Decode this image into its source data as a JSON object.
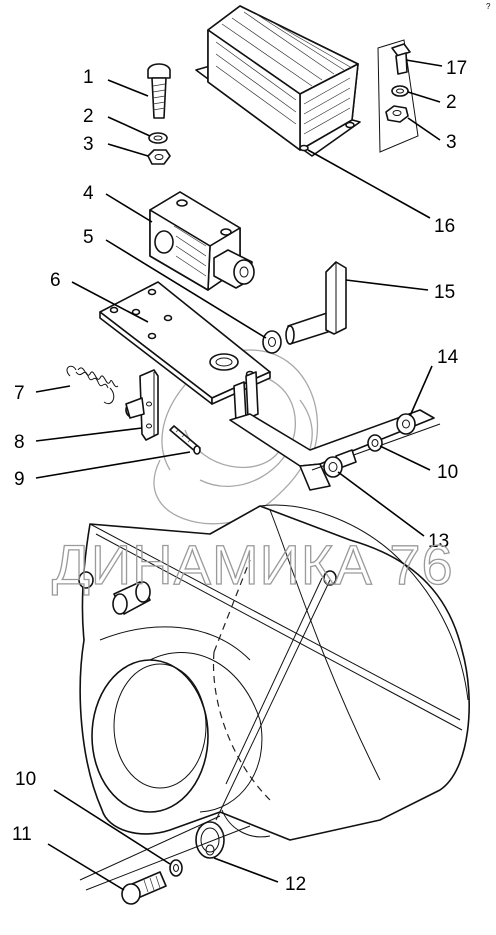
{
  "watermark": {
    "text": "ДИНАМИКА 76"
  },
  "corner_mark": "?",
  "callouts": [
    {
      "id": "c1",
      "label": "1"
    },
    {
      "id": "c2a",
      "label": "2"
    },
    {
      "id": "c3a",
      "label": "3"
    },
    {
      "id": "c4",
      "label": "4"
    },
    {
      "id": "c5",
      "label": "5"
    },
    {
      "id": "c6",
      "label": "6"
    },
    {
      "id": "c7",
      "label": "7"
    },
    {
      "id": "c8",
      "label": "8"
    },
    {
      "id": "c9",
      "label": "9"
    },
    {
      "id": "c10a",
      "label": "10"
    },
    {
      "id": "c10b",
      "label": "10"
    },
    {
      "id": "c11",
      "label": "11"
    },
    {
      "id": "c12",
      "label": "12"
    },
    {
      "id": "c13",
      "label": "13"
    },
    {
      "id": "c14",
      "label": "14"
    },
    {
      "id": "c15",
      "label": "15"
    },
    {
      "id": "c16",
      "label": "16"
    },
    {
      "id": "c17",
      "label": "17"
    },
    {
      "id": "c2b",
      "label": "2"
    },
    {
      "id": "c3b",
      "label": "3"
    }
  ]
}
